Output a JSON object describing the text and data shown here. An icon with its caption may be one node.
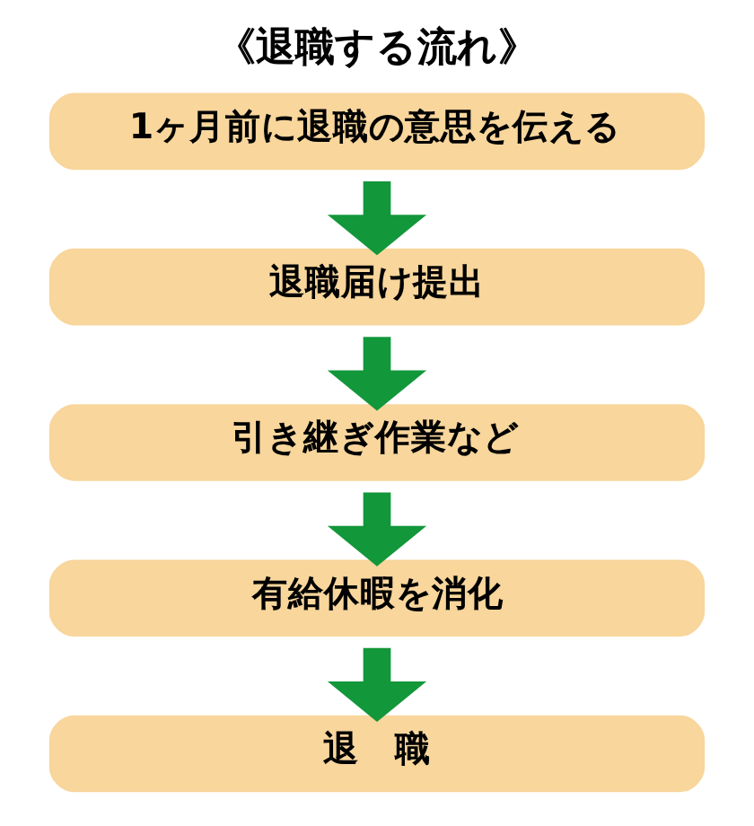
{
  "diagram": {
    "title": "《退職する流れ》",
    "nodes": [
      {
        "text": [
          "1ヶ月前に退職の意思を伝える"
        ]
      },
      {
        "text": [
          "退職届け提出"
        ]
      },
      {
        "text": [
          "引き継ぎ作業など"
        ]
      },
      {
        "text": [
          "有給休暇を消化"
        ]
      },
      {
        "text": [
          "退　職"
        ]
      }
    ],
    "edges": [
      {
        "from": 0,
        "to": 1,
        "arrow": "to"
      },
      {
        "from": 1,
        "to": 2,
        "arrow": "to"
      },
      {
        "from": 2,
        "to": 3,
        "arrow": "to"
      },
      {
        "from": 3,
        "to": 4,
        "arrow": "to"
      }
    ]
  }
}
